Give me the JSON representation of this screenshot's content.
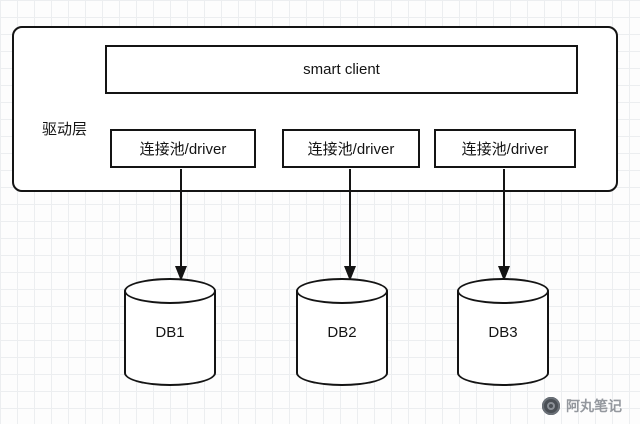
{
  "diagram": {
    "driver_layer_label": "驱动层",
    "smart_client_label": "smart client",
    "drivers": [
      {
        "label": "连接池/driver"
      },
      {
        "label": "连接池/driver"
      },
      {
        "label": "连接池/driver"
      }
    ],
    "databases": [
      {
        "label": "DB1"
      },
      {
        "label": "DB2"
      },
      {
        "label": "DB3"
      }
    ],
    "watermark": {
      "logo_icon": "snail-logo-icon",
      "text": "阿丸笔记"
    },
    "colors": {
      "stroke": "#141414",
      "grid": "#eceef0",
      "watermark_text": "#94989e"
    }
  }
}
